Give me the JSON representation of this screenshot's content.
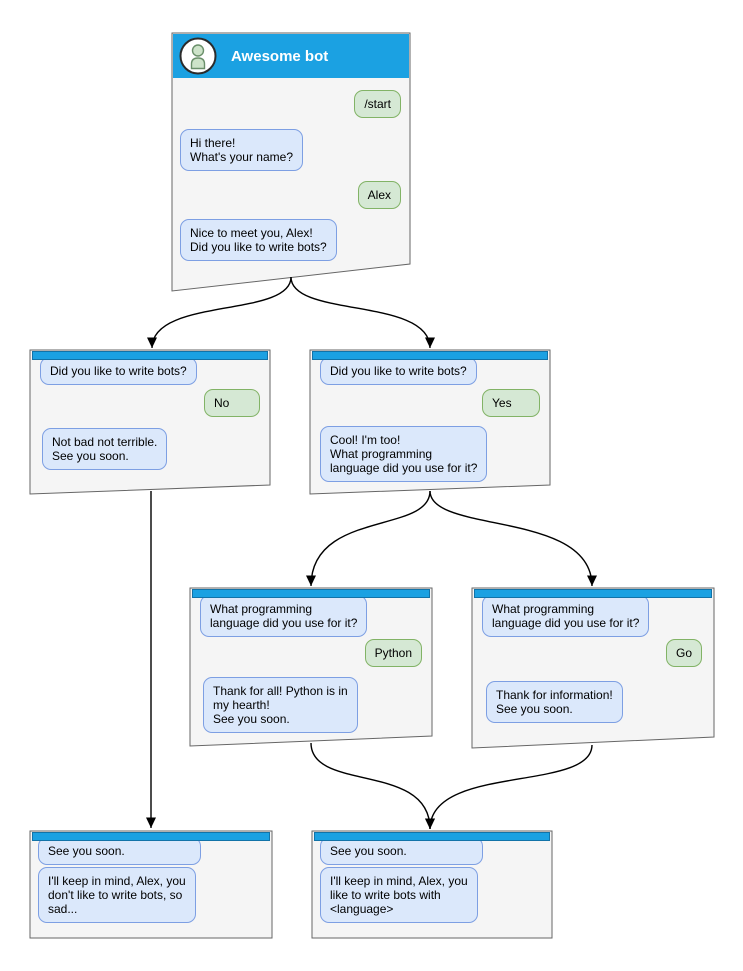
{
  "colors": {
    "header_blue": "#1BA1E2",
    "strip_border": "#1273A8",
    "window_fill": "#F5F5F5",
    "window_stroke": "#666666",
    "bot_bubble_fill": "#DBE8FB",
    "bot_bubble_stroke": "#7D9FE3",
    "user_bubble_fill": "#D5E8D4",
    "user_bubble_stroke": "#82B366",
    "arrow_color": "#000000",
    "title_text": "#FFFFFF",
    "avatar_person_fill": "#CDE3C9",
    "avatar_person_stroke": "#6A8F6A"
  },
  "main_window": {
    "title": "Awesome bot",
    "messages": [
      {
        "from": "user",
        "text": "/start"
      },
      {
        "from": "bot",
        "text": "Hi there!\nWhat's your name?"
      },
      {
        "from": "user",
        "text": "Alex"
      },
      {
        "from": "bot",
        "text": "Nice to meet you, Alex!\nDid you like to write bots?"
      }
    ]
  },
  "no_branch": {
    "messages": [
      {
        "from": "bot",
        "text": "Did you like to write bots?"
      },
      {
        "from": "user",
        "text": "No"
      },
      {
        "from": "bot",
        "text": "Not bad not terrible.\nSee you soon."
      }
    ]
  },
  "yes_branch": {
    "messages": [
      {
        "from": "bot",
        "text": "Did you like to write bots?"
      },
      {
        "from": "user",
        "text": "Yes"
      },
      {
        "from": "bot",
        "text": "Cool! I'm too!\nWhat programming\nlanguage did you use for it?"
      }
    ]
  },
  "python_branch": {
    "messages": [
      {
        "from": "bot",
        "text": "What programming\nlanguage did you use for it?"
      },
      {
        "from": "user",
        "text": "Python"
      },
      {
        "from": "bot",
        "text": "Thank for all! Python is in\nmy hearth!\nSee you soon."
      }
    ]
  },
  "go_branch": {
    "messages": [
      {
        "from": "bot",
        "text": "What programming\nlanguage did you use for it?"
      },
      {
        "from": "user",
        "text": "Go"
      },
      {
        "from": "bot",
        "text": "Thank for information!\nSee you soon."
      }
    ]
  },
  "end_no": {
    "messages": [
      {
        "from": "bot",
        "text": "See you soon."
      },
      {
        "from": "bot",
        "text": "I'll keep in mind, Alex, you\ndon't like to write bots, so\nsad..."
      }
    ]
  },
  "end_language": {
    "messages": [
      {
        "from": "bot",
        "text": "See you soon."
      },
      {
        "from": "bot",
        "text": "I'll keep in mind, Alex, you\nlike to write bots with\n<language>"
      }
    ]
  }
}
